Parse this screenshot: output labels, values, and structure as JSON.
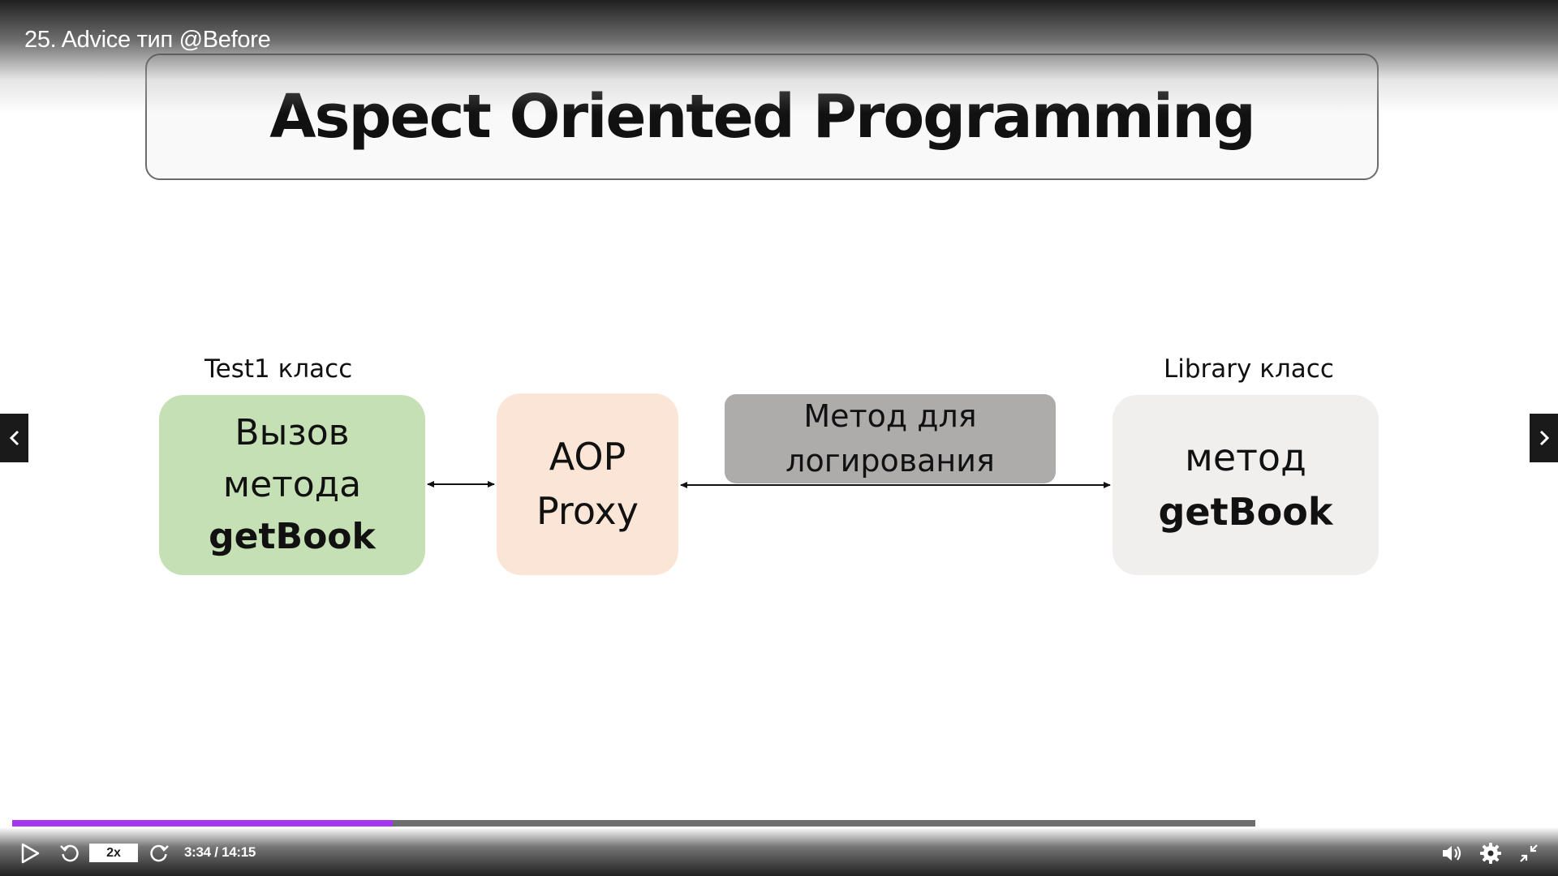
{
  "video": {
    "title": "25. Advice тип @Before"
  },
  "slide": {
    "title": "Aspect Oriented Programming",
    "labels": {
      "test1": "Test1 класс",
      "library": "Library класс"
    },
    "caller_box": {
      "line1": "Вызов",
      "line2": "метода",
      "line3": "getBook",
      "color": "#c5e0b4"
    },
    "proxy_box": {
      "line1": "AOP",
      "line2": "Proxy",
      "color": "#fbe5d6"
    },
    "logging_box": {
      "line1": "Метод для",
      "line2": "логирования",
      "color": "#aeabab"
    },
    "target_box": {
      "line1": "метод",
      "line2": "getBook",
      "color": "#f1eeee"
    }
  },
  "controls": {
    "speed": "2x",
    "time": "3:34 / 14:15",
    "progress_fraction": 0.2503,
    "buffered_fraction": 0.817,
    "accent_color": "#a435f0",
    "icons": [
      "play-icon",
      "rewind-5-icon",
      "forward-5-icon",
      "volume-icon",
      "settings-icon",
      "exit-fullscreen-icon",
      "chevron-left-icon",
      "chevron-right-icon"
    ]
  }
}
